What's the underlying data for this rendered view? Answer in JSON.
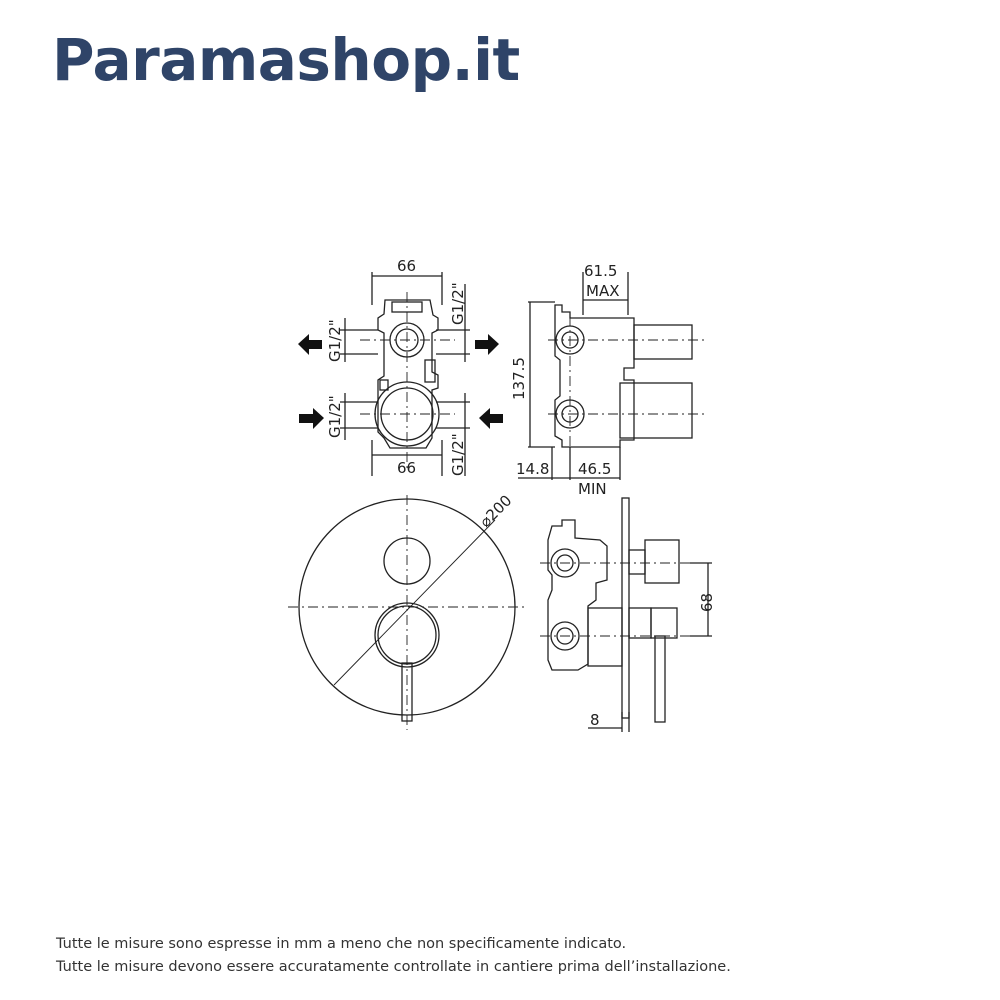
{
  "brand": {
    "name": "Paramashop.it",
    "color": "#2f4468"
  },
  "dims": {
    "front_top_width": "66",
    "front_bottom_width": "66",
    "thread_top_left": "G1/2\"",
    "thread_top_right": "G1/2\"",
    "thread_bottom_left": "G1/2\"",
    "thread_bottom_right": "G1/2\"",
    "side_top_depth": "61.5",
    "side_top_max": "MAX",
    "side_height": "137.5",
    "side_bottom_offset": "14.8",
    "side_bottom_depth": "46.5",
    "side_bottom_min": "MIN",
    "plate_diameter": "⌀200",
    "handle_spacing": "68",
    "plate_thickness": "8"
  },
  "footer": {
    "line1": "Tutte le misure sono espresse in mm a meno che non specificamente indicato.",
    "line2": "Tutte le misure devono essere accuratamente controllate in cantiere prima dell’installazione."
  },
  "icons": [
    "arrow-left-icon",
    "arrow-right-icon"
  ]
}
